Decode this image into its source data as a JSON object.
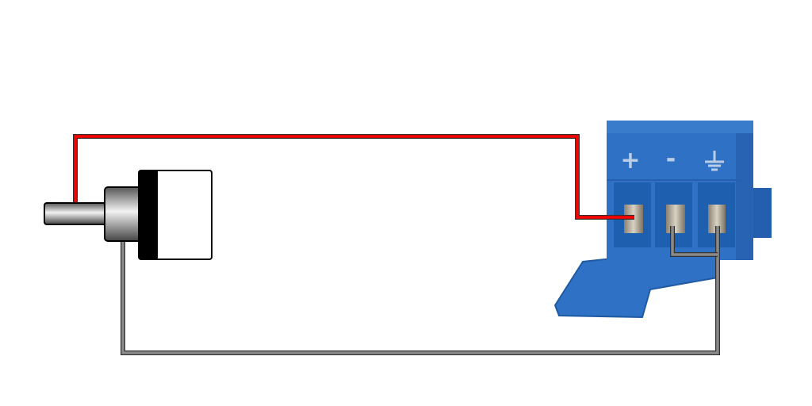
{
  "diagram": {
    "connector": {
      "terminals": [
        {
          "id": "positive",
          "label": "+",
          "wire": "red"
        },
        {
          "id": "negative",
          "label": "-",
          "wire": "gray"
        },
        {
          "id": "ground",
          "label": "ground-symbol",
          "wire": "gray"
        }
      ],
      "color": "#2a6fc4"
    },
    "plug": {
      "type": "mono-jack-plug"
    },
    "wires": [
      {
        "id": "signal",
        "color": "#ff0000",
        "from": "plug-tip",
        "to": "positive"
      },
      {
        "id": "return",
        "color": "#707070",
        "from": "plug-sleeve",
        "to": [
          "negative",
          "ground"
        ]
      }
    ]
  }
}
